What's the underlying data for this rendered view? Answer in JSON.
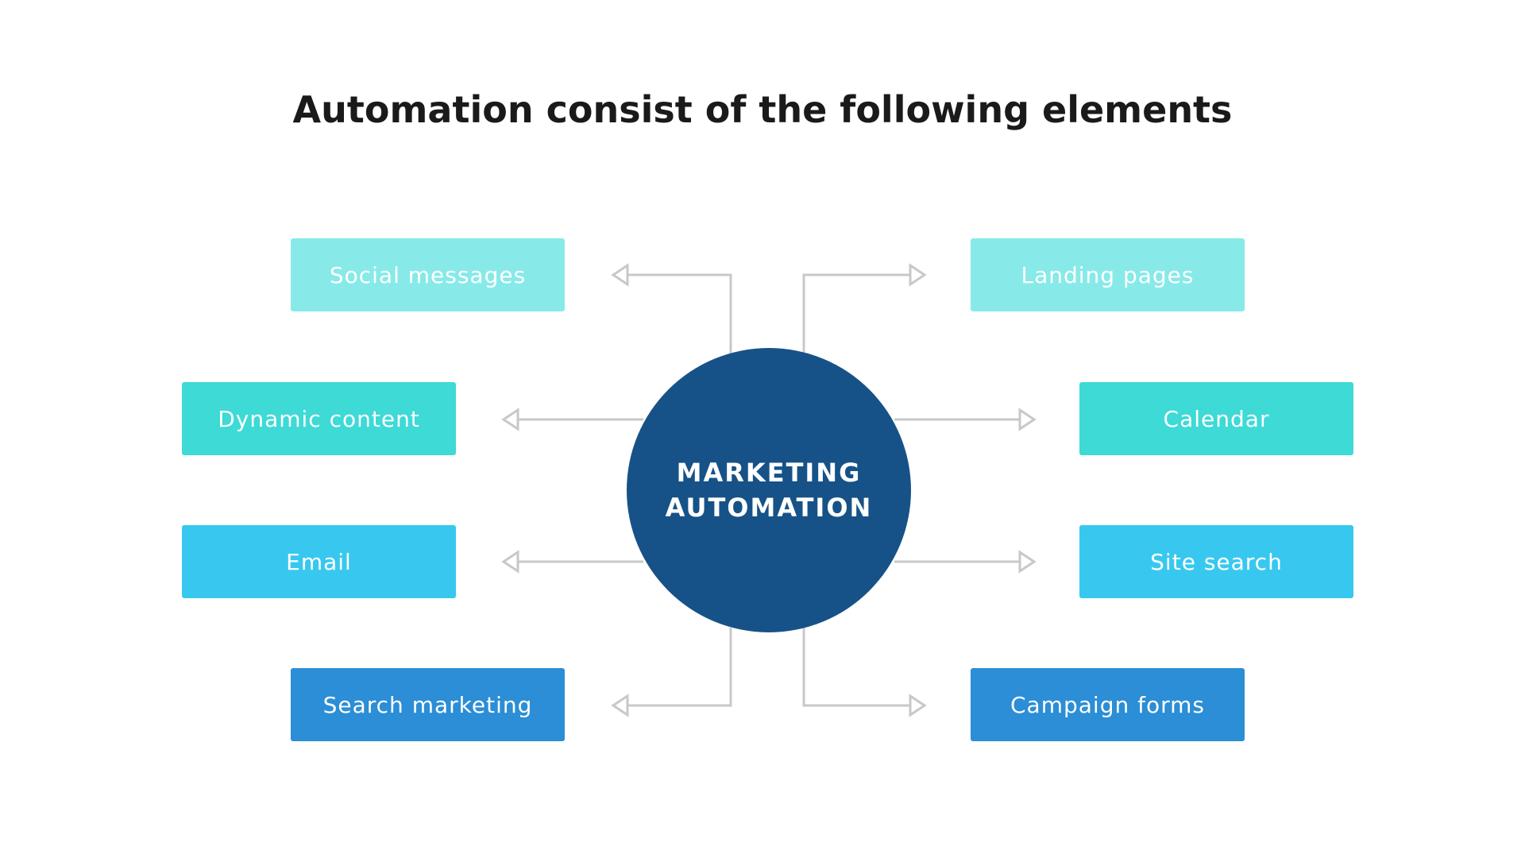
{
  "title": "Automation consist of the following elements",
  "hub": {
    "line1": "MARKETING",
    "line2": "AUTOMATION",
    "color": "#165287"
  },
  "colors": {
    "light_cyan": "#87EAE8",
    "turquoise": "#3DDAD6",
    "sky_blue": "#38C8EF",
    "blue": "#2B8ED6",
    "connector": "#C8C8C8"
  },
  "left_items": [
    {
      "label": "Social messages",
      "color": "#87EAE8"
    },
    {
      "label": "Dynamic content",
      "color": "#3DDAD6"
    },
    {
      "label": "Email",
      "color": "#38C8EF"
    },
    {
      "label": "Search marketing",
      "color": "#2B8ED6"
    }
  ],
  "right_items": [
    {
      "label": "Landing pages",
      "color": "#87EAE8"
    },
    {
      "label": "Calendar",
      "color": "#3DDAD6"
    },
    {
      "label": "Site search",
      "color": "#38C8EF"
    },
    {
      "label": "Campaign forms",
      "color": "#2B8ED6"
    }
  ]
}
